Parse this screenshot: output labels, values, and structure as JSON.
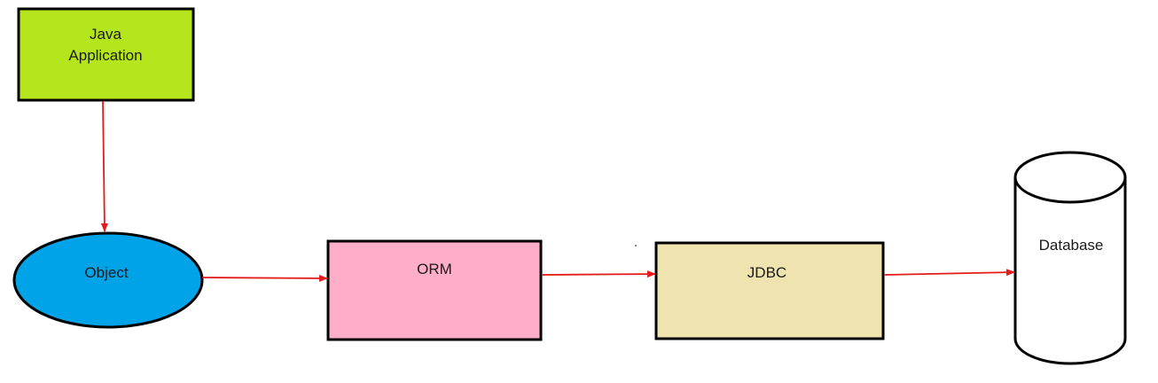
{
  "nodes": {
    "java_application": {
      "line1": "Java",
      "line2": "Application",
      "fill": "#b5e61d"
    },
    "object": {
      "label": "Object",
      "fill": "#00a2e8"
    },
    "orm": {
      "label": "ORM",
      "fill": "#ffaec9"
    },
    "jdbc": {
      "label": "JDBC",
      "fill": "#efe4b0"
    },
    "database": {
      "label": "Database",
      "fill": "#ffffff"
    }
  },
  "colors": {
    "arrow": "#e31b1b",
    "outline": "#000000"
  }
}
